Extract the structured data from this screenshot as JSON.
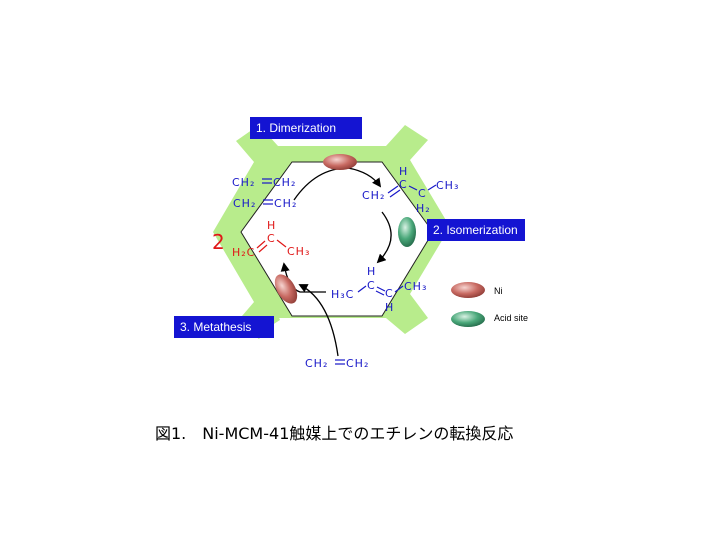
{
  "labels": {
    "dimerization": "1. Dimerization",
    "isomerization": "2. Isomerization",
    "metathesis": "3. Metathesis"
  },
  "legend": {
    "ni": "Ni",
    "acid_site": "Acid site"
  },
  "caption": "図1.　Ni-MCM-41触媒上でのエチレンの転換反応",
  "molecules": {
    "ethylene_a_left": "CH₂",
    "ethylene_a_right": "CH₂",
    "ethylene_b_left": "CH₂",
    "ethylene_b_right": "CH₂",
    "butene1_h_top": "H",
    "butene1_c1": "C",
    "butene1_c2": "C",
    "butene1_ch3": "CH₃",
    "butene1_ch2": "CH₂",
    "butene1_h2": "H₂",
    "butene2_h_top": "H",
    "butene2_c1": "C",
    "butene2_c2": "C",
    "butene2_h3c": "H₃C",
    "butene2_ch3": "CH₃",
    "butene2_h_bottom": "H",
    "propene_coeff": "2",
    "propene_h": "H",
    "propene_c": "C",
    "propene_h2c": "H₂C",
    "propene_ch3": "CH₃",
    "ethylene_bottom_left": "CH₂",
    "ethylene_bottom_right": "CH₂"
  },
  "colors": {
    "hexagon_band": "#b8ec8c",
    "label_bg": "#1414d2",
    "chem_blue": "#1818c8",
    "chem_red": "#e01818",
    "ni_site": "#c0605a",
    "acid_site": "#3d9a6e"
  }
}
